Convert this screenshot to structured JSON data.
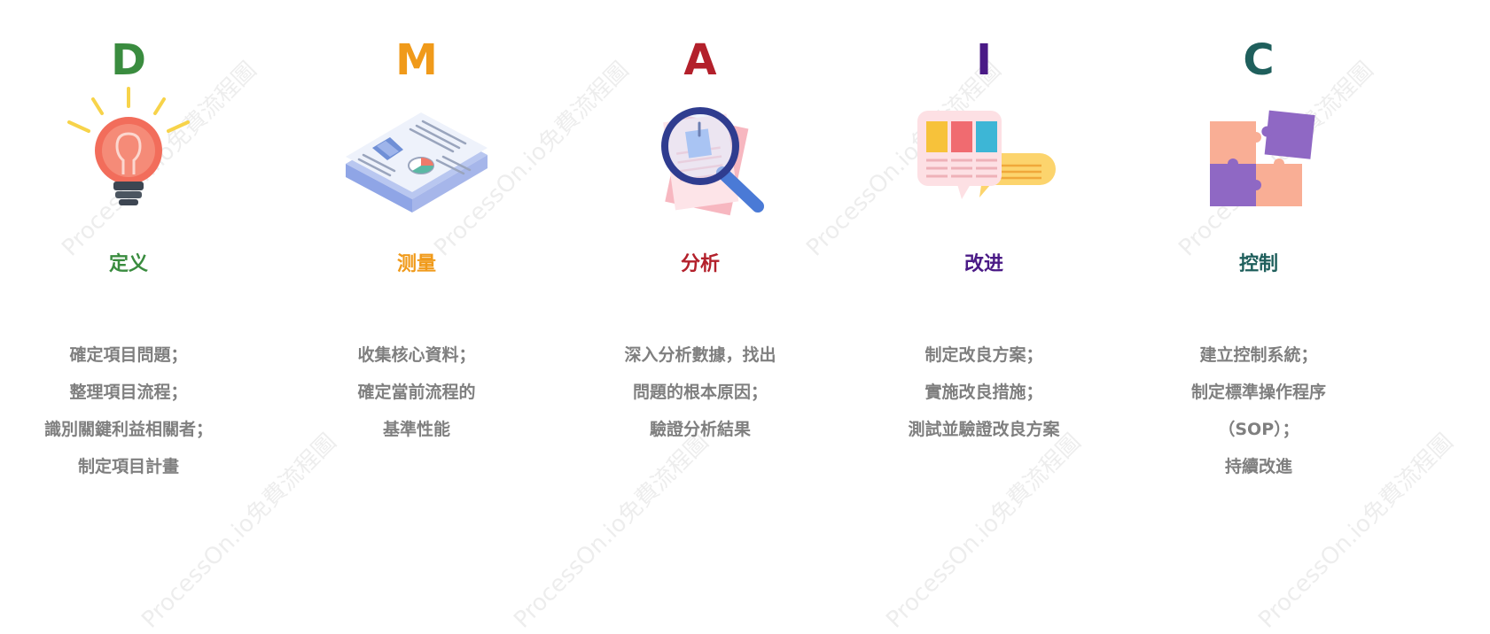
{
  "colors": {
    "d": "#3a8c3f",
    "m": "#f09a1a",
    "a": "#b3202b",
    "i": "#4a1a86",
    "c": "#1f5f5c",
    "desc_text": "#7f7f7f"
  },
  "watermark": "ProcessOn.io免費流程圖",
  "columns": [
    {
      "letter": "D",
      "title": "定义",
      "icon": "lightbulb-icon",
      "lines": [
        "確定項目問題；",
        "整理項目流程；",
        "識別關鍵利益相關者；",
        "制定項目計畫"
      ]
    },
    {
      "letter": "M",
      "title": "测量",
      "icon": "report-document-icon",
      "lines": [
        "收集核心資料；",
        "確定當前流程的",
        "基準性能"
      ]
    },
    {
      "letter": "A",
      "title": "分析",
      "icon": "magnifier-icon",
      "lines": [
        "深入分析數據，找出",
        "問題的根本原因；",
        "驗證分析結果"
      ]
    },
    {
      "letter": "I",
      "title": "改进",
      "icon": "chat-bubbles-icon",
      "lines": [
        "制定改良方案；",
        "實施改良措施；",
        "測試並驗證改良方案"
      ]
    },
    {
      "letter": "C",
      "title": "控制",
      "icon": "puzzle-icon",
      "lines": [
        "建立控制系統；",
        "制定標準操作程序",
        "（SOP）；",
        "持續改進"
      ]
    }
  ]
}
